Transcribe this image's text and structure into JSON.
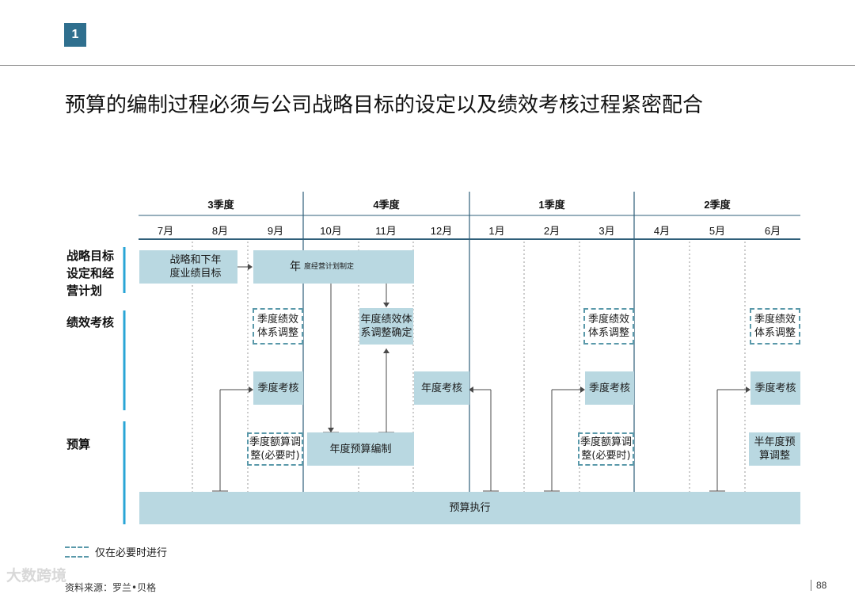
{
  "badge": "1",
  "title": "预算的编制过程必须与公司战略目标的设定以及绩效考核过程紧密配合",
  "quarters": [
    "3季度",
    "4季度",
    "1季度",
    "2季度"
  ],
  "months": [
    "7月",
    "8月",
    "9月",
    "10月",
    "11月",
    "12月",
    "1月",
    "2月",
    "3月",
    "4月",
    "5月",
    "6月"
  ],
  "rows": {
    "strategy": "战略目标\n设定和经\n营计划",
    "performance": "绩效考核",
    "budget": "预算"
  },
  "boxes": {
    "strategy_a": "战略和\n度业绩",
    "strategy_b": "下年\n目标",
    "annual_plan_big": "年",
    "annual_plan_small": "度经营计划制定",
    "perf_adjust_q3": "季度绩效\n体系调整",
    "perf_confirm": "年度绩效体\n系调整确定",
    "perf_adjust_q1": "季度绩效\n体系调整",
    "perf_adjust_q2": "季度绩效\n体系调整",
    "review_q3": "季度考核",
    "review_annual": "年度考核",
    "review_q1": "季度考核",
    "review_q2": "季度考核",
    "budget_adj_q3": "季度额算调\n整(必要时)",
    "budget_annual": "年度预算编制",
    "budget_adj_q1": "季度额算调\n整(必要时)",
    "budget_half": "半年度预\n算调整",
    "execution": "预算执行"
  },
  "legend": "仅在必要时进行",
  "source": "资料来源：罗兰•贝格",
  "page_number": "88",
  "watermark": "大数跨境",
  "colors": {
    "accent": "#2f6f8e",
    "box_fill": "#b9d8e1",
    "dashed": "#5a99aa",
    "bar": "#29a5d6"
  }
}
